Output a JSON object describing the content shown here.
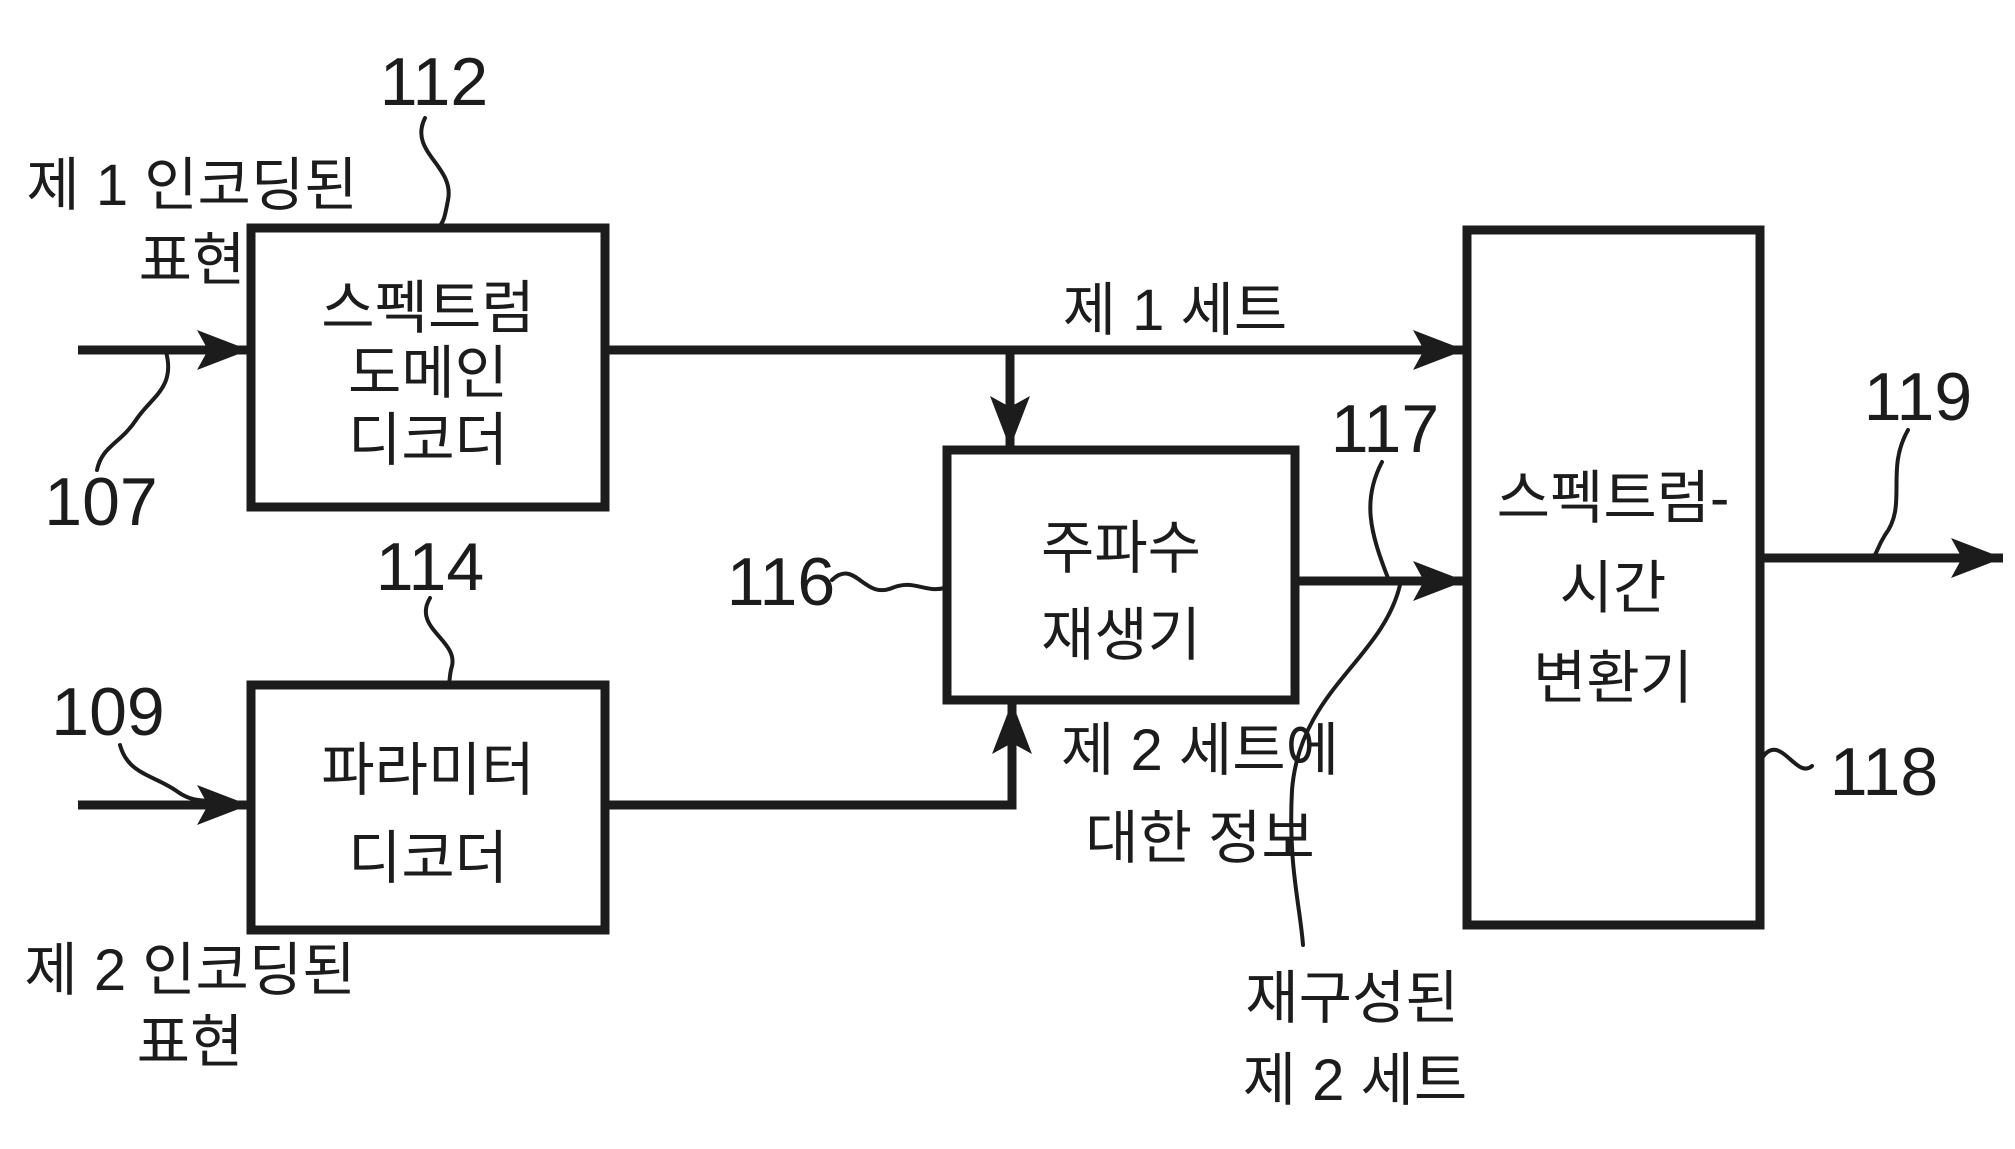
{
  "colors": {
    "ink": "#1c1c1c",
    "background": "#ffffff"
  },
  "blocks": {
    "spectral_domain_decoder": {
      "ref": "112",
      "lines": [
        "스펙트럼",
        "도메인",
        "디코더"
      ]
    },
    "parameter_decoder": {
      "ref": "114",
      "lines": [
        "파라미터",
        "디코더"
      ]
    },
    "frequency_regenerator": {
      "ref": "116",
      "lines": [
        "주파수",
        "재생기"
      ]
    },
    "spectrum_time_converter": {
      "ref": "118",
      "lines": [
        "스펙트럼-",
        "시간",
        "변환기"
      ]
    }
  },
  "signals": {
    "first_encoded_representation": {
      "lines": [
        "제 1 인코딩된",
        "표현"
      ],
      "ref": "107"
    },
    "second_encoded_representation": {
      "lines": [
        "제 2 인코딩된",
        "표현"
      ],
      "ref": "109"
    },
    "first_set": {
      "label": "제 1 세트"
    },
    "info_about_second_set": {
      "lines": [
        "제 2 세트에",
        "대한 정보"
      ]
    },
    "reconstructed_second_set": {
      "lines": [
        "재구성된",
        "제 2 세트"
      ],
      "ref": "117"
    },
    "output": {
      "ref": "119"
    }
  }
}
